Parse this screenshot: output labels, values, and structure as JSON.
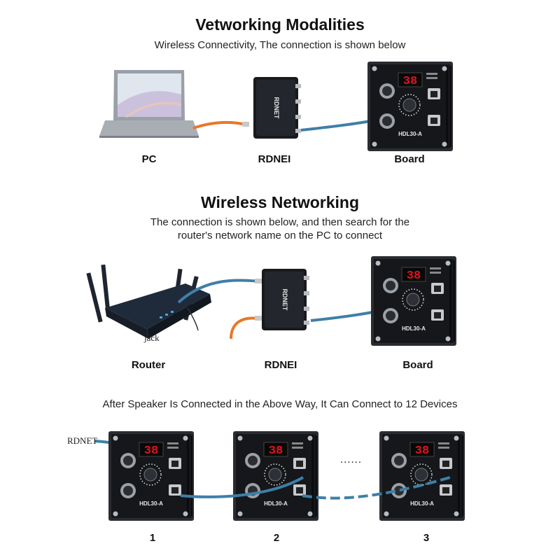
{
  "section1": {
    "title": "Vetworking Modalities",
    "subtitle": "Wireless Connectivity, The connection is shown below",
    "labels": {
      "pc": "PC",
      "rdnei": "RDNEI",
      "board": "Board"
    }
  },
  "section2": {
    "title": "Wireless Networking",
    "subtitle_line1": "The connection is shown below, and then search for the",
    "subtitle_line2": "router's network name on the PC to connect",
    "labels": {
      "router": "Router",
      "rdnei": "RDNEI",
      "board": "Board"
    },
    "jack": "jack"
  },
  "section3": {
    "caption": "After Speaker Is Connected in the Above Way, It Can Connect to 12 Devices",
    "rdnet": "RDNET",
    "ellipsis": "......",
    "numbers": [
      "1",
      "2",
      "3"
    ]
  },
  "device_text": {
    "rdnet_box": "RDNET",
    "display": "38",
    "model": "HDL30-A"
  },
  "colors": {
    "cable_blue": "#3f7fa6",
    "cable_orange": "#e8772a",
    "panel": "#1b1d22",
    "display_red": "#e0141c"
  }
}
